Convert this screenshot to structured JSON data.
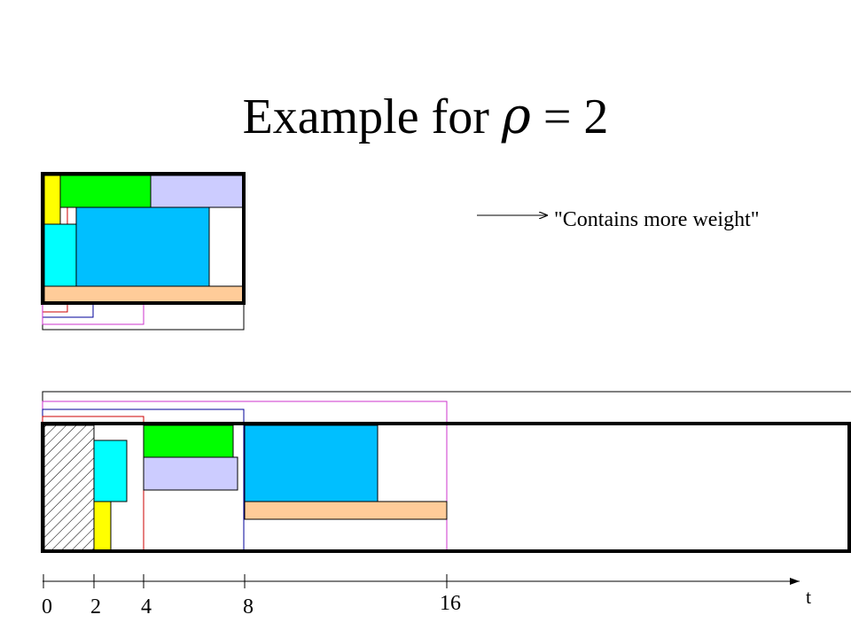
{
  "slide": {
    "title_prefix": "Example for ",
    "title_symbol": "ρ",
    "title_suffix": " = 2"
  },
  "annotation": {
    "text": "\"Contains more weight\""
  },
  "axis": {
    "variable": "t",
    "ticks": [
      "0",
      "2",
      "4",
      "8",
      "16"
    ]
  },
  "colors": {
    "yellow": "#ffff00",
    "green": "#00ff00",
    "lavender": "#ccccff",
    "cyan": "#00ffff",
    "blue": "#00bfff",
    "peach": "#ffcc99",
    "red_outline": "#cc0000",
    "navy_outline": "#000099",
    "magenta_outline": "#cc33cc"
  }
}
